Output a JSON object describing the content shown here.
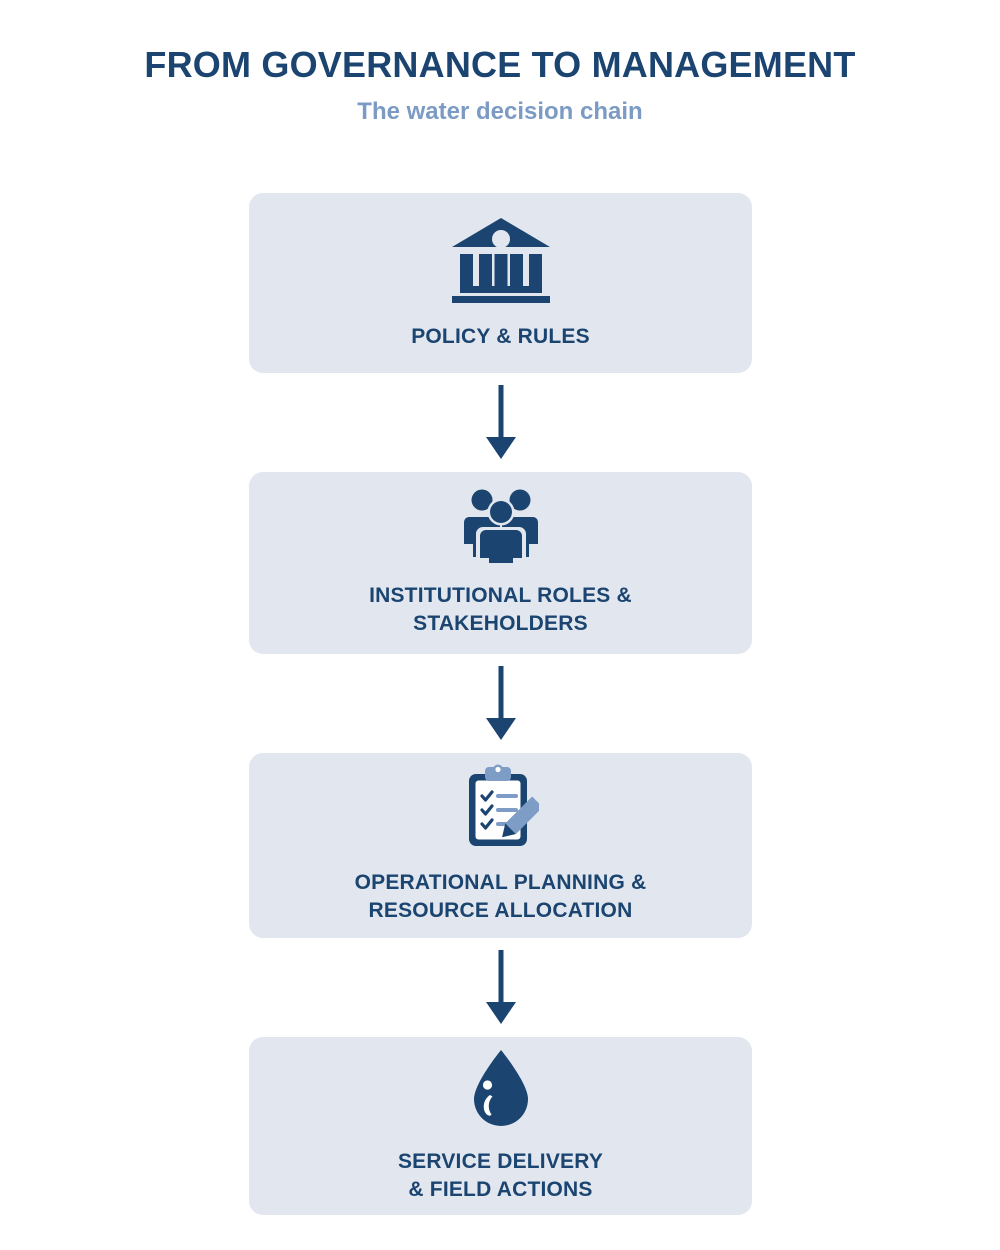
{
  "header": {
    "title": "FROM GOVERNANCE TO MANAGEMENT",
    "subtitle": "The water decision chain"
  },
  "colors": {
    "navy": "#1B4570",
    "subtitle_blue": "#7C9BC4",
    "card_background": "#E2E7EF",
    "page_background": "#FFFFFF",
    "icon_light_blue": "#7D9CC6"
  },
  "flow": {
    "steps": [
      {
        "id": "policy-rules",
        "label": "POLICY & RULES",
        "icon": "bank-institution-icon"
      },
      {
        "id": "institutional-roles",
        "label": "INSTITUTIONAL ROLES &\nSTAKEHOLDERS",
        "icon": "people-group-icon"
      },
      {
        "id": "operational-planning",
        "label": "OPERATIONAL PLANNING &\nRESOURCE ALLOCATION",
        "icon": "clipboard-checklist-pencil-icon"
      },
      {
        "id": "service-delivery",
        "label": "SERVICE DELIVERY\n& FIELD ACTIONS",
        "icon": "water-droplet-icon"
      }
    ],
    "connectors": [
      {
        "id": "arrow-1",
        "direction": "down"
      },
      {
        "id": "arrow-2",
        "direction": "down"
      },
      {
        "id": "arrow-3",
        "direction": "down"
      }
    ]
  }
}
